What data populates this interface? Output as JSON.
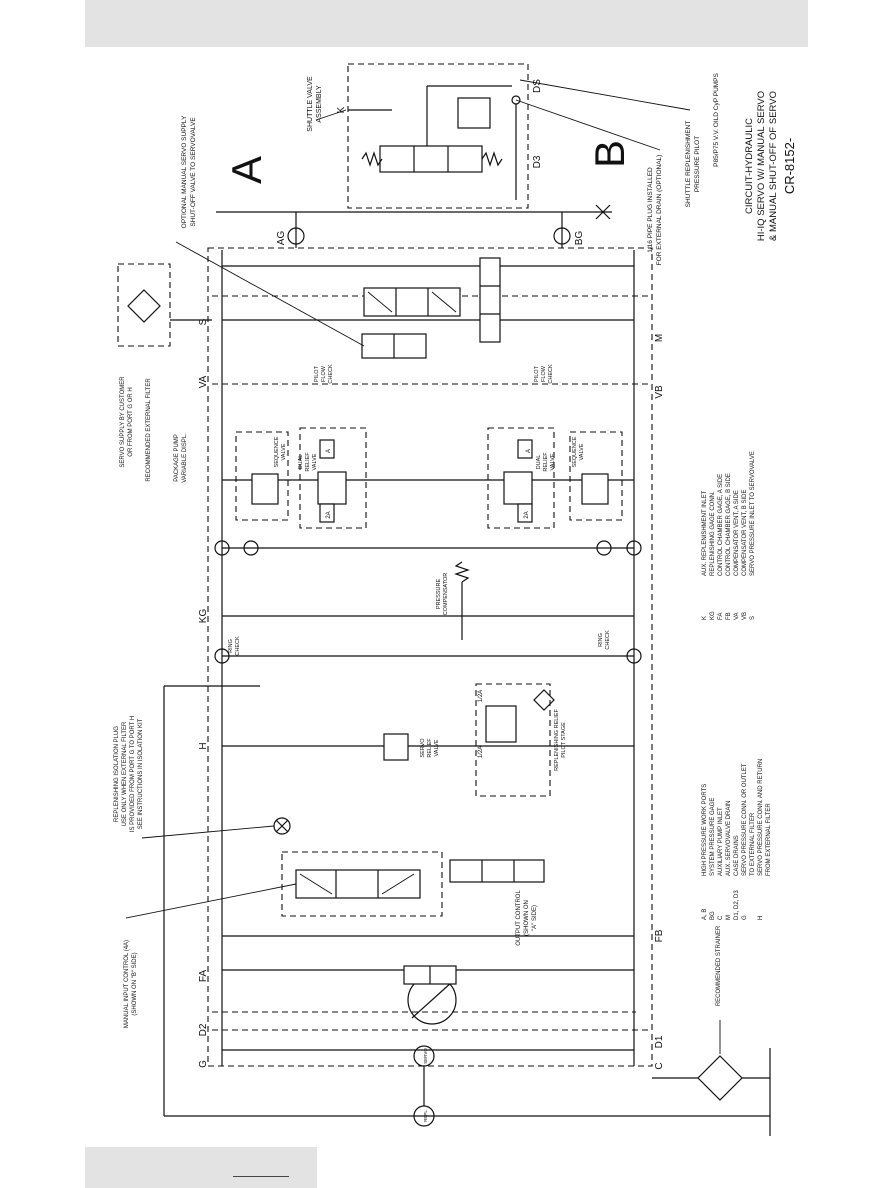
{
  "title_block": {
    "title1": "CIRCUIT-HYDRAULIC",
    "title2": "HI-IQ SERVO W/ MANUAL SERVO",
    "title3": "& MANUAL SHUT-OFF OF SERVO",
    "drawing_no": "CR-8152-",
    "pumps": "P85/P75 V.V. OILD CyP PUMPS"
  },
  "side_letters": {
    "a": "A",
    "b": "B"
  },
  "ports": {
    "AG": "AG",
    "BG": "BG",
    "S": "S",
    "M": "M",
    "VA": "VA",
    "VB": "VB",
    "KG": "KG",
    "H": "H",
    "FB": "FB",
    "FA": "FA",
    "D2": "D2",
    "D1": "D1",
    "G": "G",
    "C": "C",
    "K": "K",
    "DS": "DS",
    "D3": "D3"
  },
  "callouts": {
    "shuttle_valve": [
      "SHUTTLE VALVE",
      "ASSEMBLY"
    ],
    "optional_manual": [
      "OPTIONAL MANUAL SERVO SUPPLY",
      "SHUT-OFF VALVE TO SERVOVALVE"
    ],
    "pipe_plug": [
      "1/16 PIPE PLUG INSTALLED",
      "FOR EXTERNAL DRAIN (OPTIONAL)"
    ],
    "shuttle_pilot": [
      "SHUTTLE REPLENISHMENT",
      "PRESSURE PILOT"
    ],
    "servo_supply": [
      "SERVO SUPPLY BY CUSTOMER",
      "OR FROM PORT G OR H"
    ],
    "recommended_filter": "RECOMMENDED EXTERNAL FILTER",
    "package_pump": [
      "PACKAGE PUMP",
      "VARIABLE DISPL."
    ],
    "replenishing_plug": [
      "REPLENISHING ISOLATION PLUG",
      "USE ONLY WHEN EXTERNAL FILTER",
      "IS PROVIDED FROM PORT G TO PORT H",
      "SEE INSTRUCTIONS IN ISOLATION KIT"
    ],
    "manual_input": [
      "MANUAL INPUT CONTROL (4A)",
      "(SHOWN ON \"B\" SIDE)"
    ],
    "recommended_strainer": "RECOMMENDED STRAINER",
    "output_control": [
      "OUTPUT CONTROL",
      "(SHOWN ON",
      "\"A\" SIDE)"
    ]
  },
  "components": {
    "pilot_flow_check": [
      "PILOT",
      "FLOW",
      "CHECK"
    ],
    "sequence_valve": [
      "SEQUENCE",
      "VALVE"
    ],
    "dual_relief": [
      "DUAL",
      "RELIEF",
      "VALVE"
    ],
    "pressure_compensator": [
      "PRESSURE",
      "COMPENSATOR"
    ],
    "ring_check": [
      "RING",
      "CHECK"
    ],
    "servo_relief": [
      "SERVO",
      "RELIEF",
      "VALVE"
    ],
    "replenishing_relief": [
      "REPLENISHING RELIEF",
      "PILOT STAGE"
    ],
    "pilot_ratio_1": "1/2A",
    "pilot_ratio_2": "1/2A",
    "valve_a": "A",
    "valve_2a": "2A",
    "servo_tag": "SERVO",
    "repl_tag": "REPL"
  },
  "legend_left": [
    {
      "code": "A, B",
      "desc": "HIGH PRESSURE WORK PORTS"
    },
    {
      "code": "BG",
      "desc": "SYSTEM PRESSURE GAGE"
    },
    {
      "code": "C",
      "desc": "AUXILIARY PUMP INLET"
    },
    {
      "code": "M",
      "desc": "AUX. SERVOVALVE DRAIN"
    },
    {
      "code": "D1, D2, D3",
      "desc": "CASE DRAINS"
    },
    {
      "code": "G",
      "desc": "SERVO PRESSURE CONN. OR OUTLET"
    },
    {
      "code": "",
      "desc": "TO EXTERNAL FILTER"
    },
    {
      "code": "H",
      "desc": "SERVO PRESSURE CONN. AND RETURN"
    },
    {
      "code": "",
      "desc": "FROM EXTERNAL FILTER"
    }
  ],
  "legend_right": [
    {
      "code": "K",
      "desc": "AUX. REPLENISHMENT INLET"
    },
    {
      "code": "KG",
      "desc": "REPLENISHING GAGE CONN."
    },
    {
      "code": "FA",
      "desc": "CONTROL CHAMBER GAGE, A SIDE"
    },
    {
      "code": "FB",
      "desc": "CONTROL CHAMBER GAGE, B SIDE"
    },
    {
      "code": "VA",
      "desc": "COMPENSATOR VENT, A SIDE"
    },
    {
      "code": "VB",
      "desc": "COMPENSATOR VENT, B SIDE"
    },
    {
      "code": "S",
      "desc": "SERVO PRESSURE INLET TO SERVOVALVE"
    }
  ]
}
